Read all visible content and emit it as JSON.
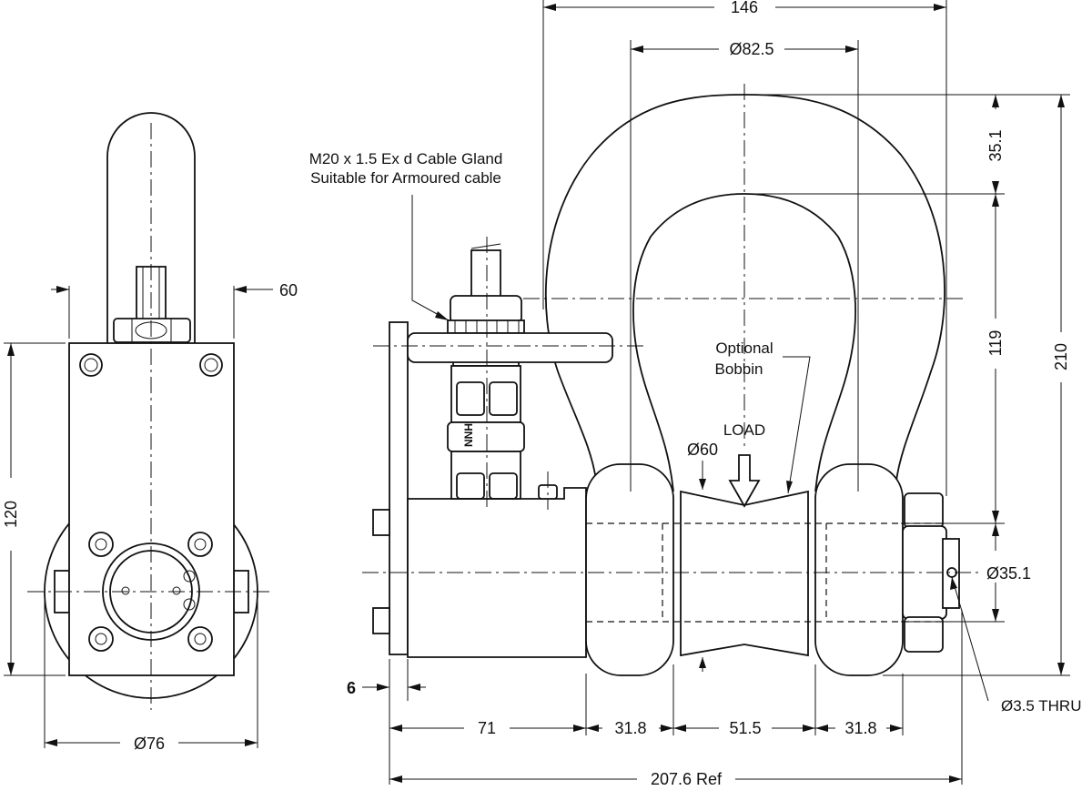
{
  "dimensions": {
    "overall_width": "146",
    "bow_inside_width": "Ø82.5",
    "bow_top_thickness": "35.1",
    "inside_length": "119",
    "overall_height": "210",
    "end_view_width": "60",
    "end_view_height": "120",
    "end_view_diameter": "Ø76",
    "bobbin_diameter": "Ø60",
    "pin_diameter": "Ø35.1",
    "flange_thickness": "6",
    "split_pin_hole": "Ø3.5 THRU",
    "body_length": "71",
    "eye_width_left": "31.8",
    "bobbin_length": "51.5",
    "eye_width_right": "31.8",
    "overall_length": "207.6 Ref"
  },
  "labels": {
    "gland_note_line1": "M20 x 1.5 Ex d Cable Gland",
    "gland_note_line2": "Suitable for Armoured cable",
    "bobbin_note_line1": "Optional",
    "bobbin_note_line2": "Bobbin",
    "load_label": "LOAD",
    "gland_marking": "NNH"
  }
}
